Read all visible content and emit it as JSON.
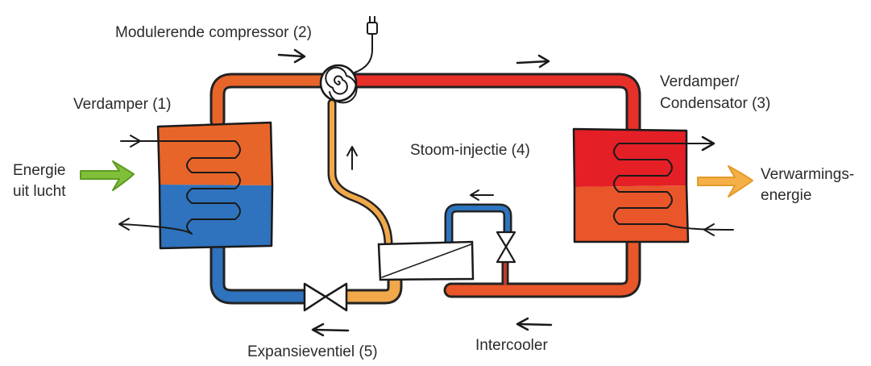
{
  "labels": {
    "compressor": "Modulerende compressor (2)",
    "evaporator": "Verdamper (1)",
    "condenser_line1": "Verdamper/",
    "condenser_line2": "Condensator (3)",
    "steam_injection": "Stoom-injectie (4)",
    "energy_in_line1": "Energie",
    "energy_in_line2": "uit lucht",
    "energy_out_line1": "Verwarmings-",
    "energy_out_line2": "energie",
    "expansion_valve": "Expansieventiel (5)",
    "intercooler": "Intercooler"
  },
  "colors": {
    "hot_pipe": "#e8302a",
    "warm_pipe": "#e7652a",
    "cold_pipe": "#2c74bd",
    "injection_pipe": "#f0a84a",
    "evaporator_top": "#e8652a",
    "evaporator_bottom": "#2f72bd",
    "condenser_top": "#e41f26",
    "condenser_bottom": "#e8562a",
    "energy_in_arrow": "#7fbf3a",
    "energy_out_arrow": "#f4b046",
    "outline": "#1a1a1a"
  },
  "icons": [
    "compressor-spiral-icon",
    "power-plug-icon",
    "expansion-valve-icon",
    "flow-arrow-icon",
    "heat-exchanger-icon"
  ]
}
